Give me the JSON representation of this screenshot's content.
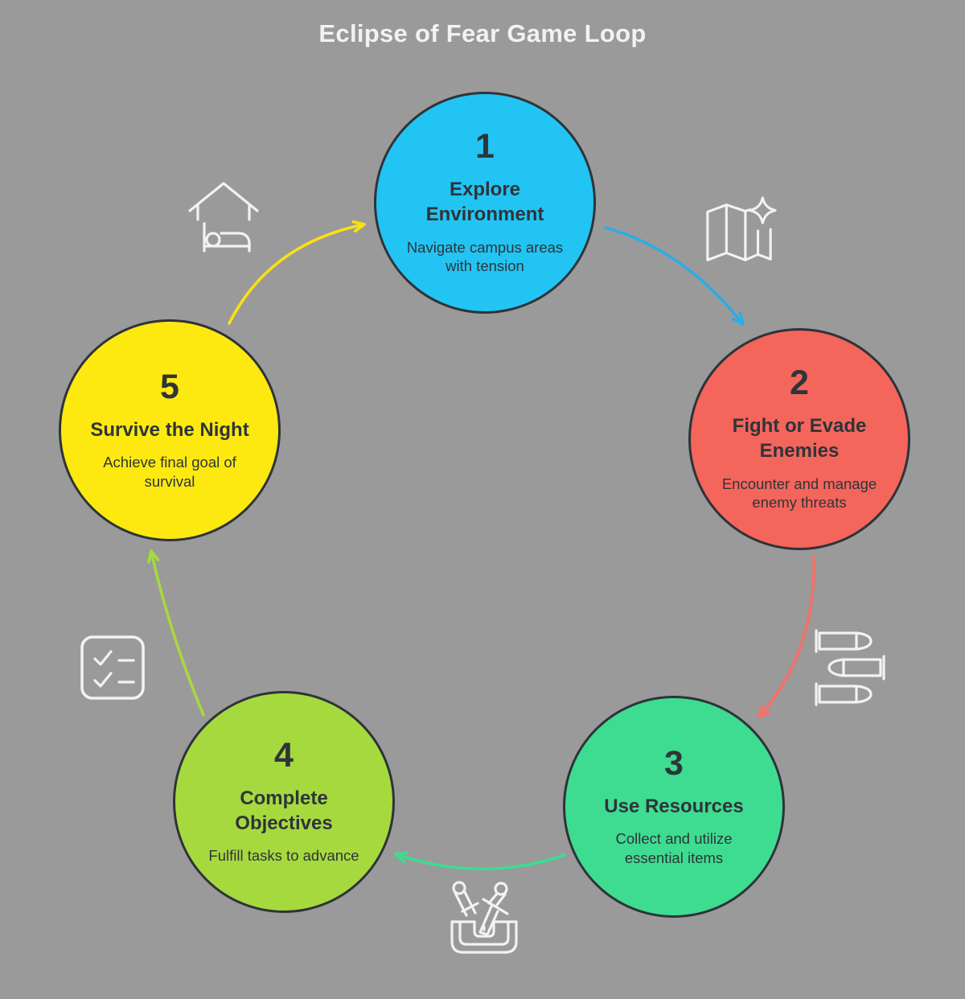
{
  "page": {
    "title": "Eclipse of Fear Game Loop",
    "background": "#9a9a9a",
    "title_color": "#f2f2f2",
    "node_border_color": "#2e3338",
    "node_text_color": "#2f3439",
    "icon_color": "#f2f2f2"
  },
  "nodes": [
    {
      "number": "1",
      "title": "Explore Environment",
      "description": "Navigate campus areas with tension",
      "color": "#22c4f3"
    },
    {
      "number": "2",
      "title": "Fight or Evade Enemies",
      "description": "Encounter and manage enemy threats",
      "color": "#f4655c"
    },
    {
      "number": "3",
      "title": "Use Resources",
      "description": "Collect and utilize essential items",
      "color": "#3edc91"
    },
    {
      "number": "4",
      "title": "Complete Objectives",
      "description": "Fulfill tasks to advance",
      "color": "#a6d93e"
    },
    {
      "number": "5",
      "title": "Survive the Night",
      "description": "Achieve final goal of survival",
      "color": "#fde910"
    }
  ],
  "icons": [
    {
      "name": "shelter-bed-icon"
    },
    {
      "name": "map-sparkle-icon"
    },
    {
      "name": "ammo-bullets-icon"
    },
    {
      "name": "toolbox-weapons-icon"
    },
    {
      "name": "checklist-icon"
    }
  ],
  "arrows": [
    {
      "from": "5",
      "to": "1",
      "color": "#fbe013"
    },
    {
      "from": "1",
      "to": "2",
      "color": "#2aade6"
    },
    {
      "from": "2",
      "to": "3",
      "color": "#f47069"
    },
    {
      "from": "3",
      "to": "4",
      "color": "#3edc91"
    },
    {
      "from": "4",
      "to": "5",
      "color": "#a6d93e"
    }
  ]
}
